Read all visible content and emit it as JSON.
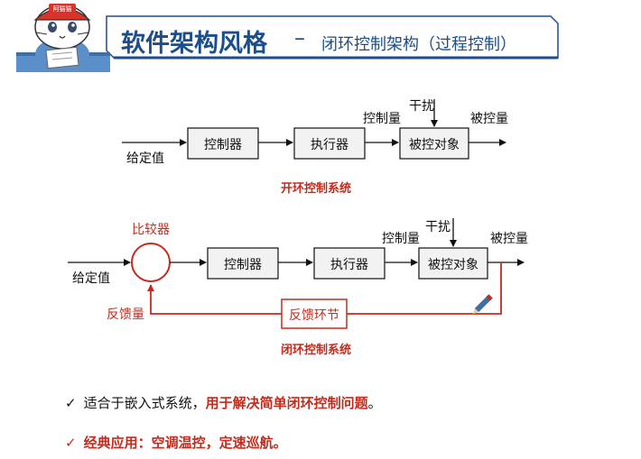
{
  "header": {
    "title_main": "软件架构风格",
    "title_sep": "–",
    "title_sub": "闭环控制架构（过程控制）",
    "mascot_badge": "阿猫猫"
  },
  "open_loop": {
    "input_label": "给定值",
    "blocks": [
      "控制器",
      "执行器",
      "被控对象"
    ],
    "disturbance_label": "干扰",
    "control_qty_label": "控制量",
    "output_label": "被控量",
    "caption": "开环控制系统"
  },
  "closed_loop": {
    "input_label": "给定值",
    "comparator_label": "比较器",
    "blocks": [
      "控制器",
      "执行器",
      "被控对象"
    ],
    "disturbance_label": "干扰",
    "control_qty_label": "控制量",
    "output_label": "被控量",
    "feedback_label": "反馈环节",
    "feedback_qty_label": "反馈量",
    "caption": "闭环控制系统"
  },
  "bullets": {
    "b1_check": "✓",
    "b1_text": "适合于嵌入式系统，",
    "b1_highlight": "用于解决简单闭环控制问题",
    "b1_end": "。",
    "b2_check": "✓",
    "b2_text": "经典应用：空调温控，定速巡航。"
  },
  "colors": {
    "title_blue": "#1d4e8c",
    "accent_red": "#c42b1c",
    "box_fill": "#f2f2f2"
  }
}
